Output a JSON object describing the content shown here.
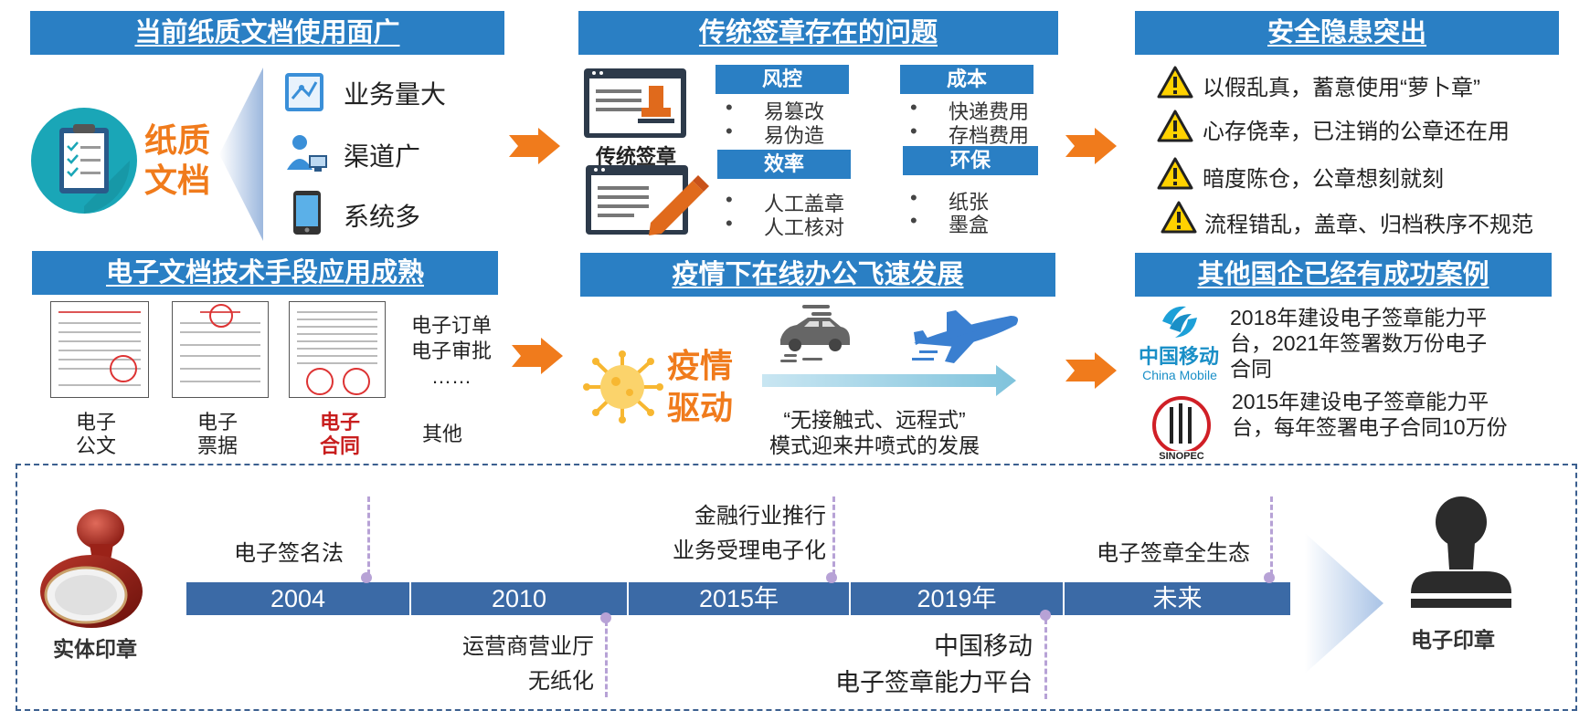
{
  "panels": {
    "paper": {
      "header": "当前纸质文档使用面广",
      "big_label_1": "纸质",
      "big_label_2": "文档",
      "items": [
        "业务量大",
        "渠道广",
        "系统多"
      ]
    },
    "traditional": {
      "header": "传统签章存在的问题",
      "caption": "传统签章",
      "categories": [
        {
          "title": "风控",
          "items": [
            "易篡改",
            "易伪造"
          ]
        },
        {
          "title": "成本",
          "items": [
            "快递费用",
            "存档费用"
          ]
        },
        {
          "title": "效率",
          "items": [
            "人工盖章",
            "人工核对"
          ]
        },
        {
          "title": "环保",
          "items": [
            "纸张",
            "墨盒"
          ]
        }
      ]
    },
    "security": {
      "header": "安全隐患突出",
      "items": [
        "以假乱真，蓄意使用“萝卜章”",
        "心存侥幸，已注销的公章还在用",
        "暗度陈仓，公章想刻就刻",
        "流程错乱，盖章、归档秩序不规范"
      ]
    },
    "electronic": {
      "header": "电子文档技术手段应用成熟",
      "docs": [
        {
          "line1": "电子",
          "line2": "公文"
        },
        {
          "line1": "电子",
          "line2": "票据"
        },
        {
          "line1": "电子",
          "line2": "合同"
        }
      ],
      "other_list": [
        "电子订单",
        "电子审批",
        "……"
      ],
      "other_label": "其他"
    },
    "pandemic": {
      "header": "疫情下在线办公飞速发展",
      "big_label_1": "疫情",
      "big_label_2": "驱动",
      "caption_1": "“无接触式、远程式”",
      "caption_2": "模式迎来井喷式的发展"
    },
    "cases": {
      "header": "其他国企已经有成功案例",
      "cm_logo_cn": "中国移动",
      "cm_logo_en": "China Mobile",
      "cm_text": [
        "2018年建设电子签章能力平",
        "台，2021年签署数万份电子",
        "合同"
      ],
      "sinopec_text": [
        "2015年建设电子签章能力平",
        "台，每年签署电子合同10万份"
      ]
    }
  },
  "timeline": {
    "left_label": "实体印章",
    "right_label": "电子印章",
    "segments": [
      "2004",
      "2010",
      "2015年",
      "2019年",
      "未来"
    ],
    "events_above": [
      {
        "lines": [
          "电子签名法"
        ]
      },
      {
        "lines": [
          "金融行业推行",
          "业务受理电子化"
        ]
      },
      {
        "lines": [
          "电子签章全生态"
        ]
      }
    ],
    "events_below": [
      {
        "lines": [
          "运营商营业厅",
          "无纸化"
        ]
      },
      {
        "lines": [
          "中国移动",
          "电子签章能力平台"
        ]
      }
    ]
  },
  "colors": {
    "header_blue": "#2a7fc4",
    "timeline_blue": "#3b6aa6",
    "orange": "#f07b1c",
    "red_text": "#c81e1e"
  }
}
